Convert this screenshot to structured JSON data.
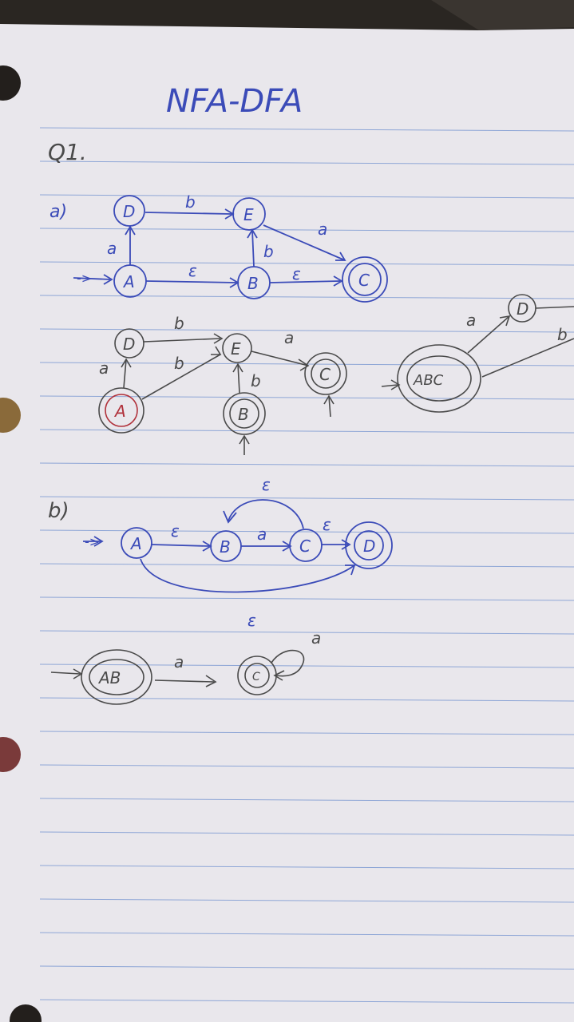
{
  "page": {
    "title": "NFA-DFA",
    "question": "Q1.",
    "part_a": "a)",
    "part_b": "b)"
  },
  "colors": {
    "paper": "#e9e7ec",
    "rule": "#8ea6d6",
    "blue_ink": "#3b4bb8",
    "pencil": "#4a4a4a",
    "red_ink": "#b0303a",
    "hole": "#231f1c"
  },
  "part_a_nfa": {
    "states": {
      "D": "D",
      "E": "E",
      "A": "A",
      "B": "B",
      "C": "C"
    },
    "labels": {
      "d_e": "b",
      "a_d": "a",
      "b_e": "b",
      "e_c": "a",
      "a_b": "ε",
      "b_c": "ε"
    },
    "start_arrow": "->"
  },
  "part_a_closures": {
    "states": {
      "D": "D",
      "E": "E",
      "C": "C",
      "A": "A",
      "B": "B"
    },
    "labels": {
      "d_e": "b",
      "a_d": "a",
      "a_e": "b",
      "b_e": "b",
      "e_c": "a"
    }
  },
  "part_a_dfa": {
    "states": {
      "ABC": "ABC",
      "D": "D"
    },
    "labels": {
      "abc_d": "a",
      "abc_e": "b"
    }
  },
  "part_b_nfa": {
    "states": {
      "A": "A",
      "B": "B",
      "C": "C",
      "D": "D"
    },
    "labels": {
      "a_b": "ε",
      "b_c": "a",
      "c_d": "ε",
      "c_b": "ε",
      "a_d": "ε"
    },
    "start_arrow": "->"
  },
  "part_b_dfa": {
    "states": {
      "AB": "AB",
      "C": "C"
    },
    "labels": {
      "ab_c": "a",
      "c_loop": "a"
    }
  }
}
